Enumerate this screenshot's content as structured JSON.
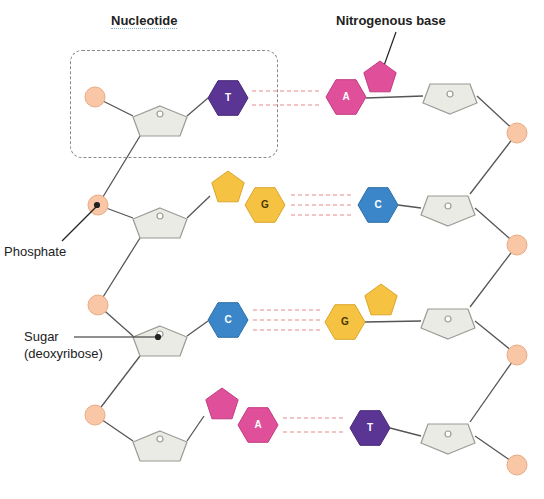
{
  "diagram": {
    "nodes": [
      {
        "text": [
          "Nucleotide"
        ]
      },
      {
        "text": [
          "T"
        ],
        "in": 0
      },
      {
        "text": [
          "A"
        ]
      },
      {
        "text": [
          "G"
        ]
      },
      {
        "text": [
          "C"
        ]
      },
      {
        "text": [
          "C"
        ]
      },
      {
        "text": [
          "G"
        ]
      },
      {
        "text": [
          "A"
        ]
      },
      {
        "text": [
          "T"
        ]
      }
    ],
    "edges": [
      {
        "from": 1,
        "to": 2,
        "arrow": "none"
      },
      {
        "from": 3,
        "to": 4,
        "arrow": "none"
      },
      {
        "from": 5,
        "to": 6,
        "arrow": "none"
      },
      {
        "from": 7,
        "to": 8,
        "arrow": "none"
      }
    ],
    "labels": [
      "Nitrogenous base",
      "Phosphate",
      "Sugar (deoxyribose)"
    ]
  }
}
